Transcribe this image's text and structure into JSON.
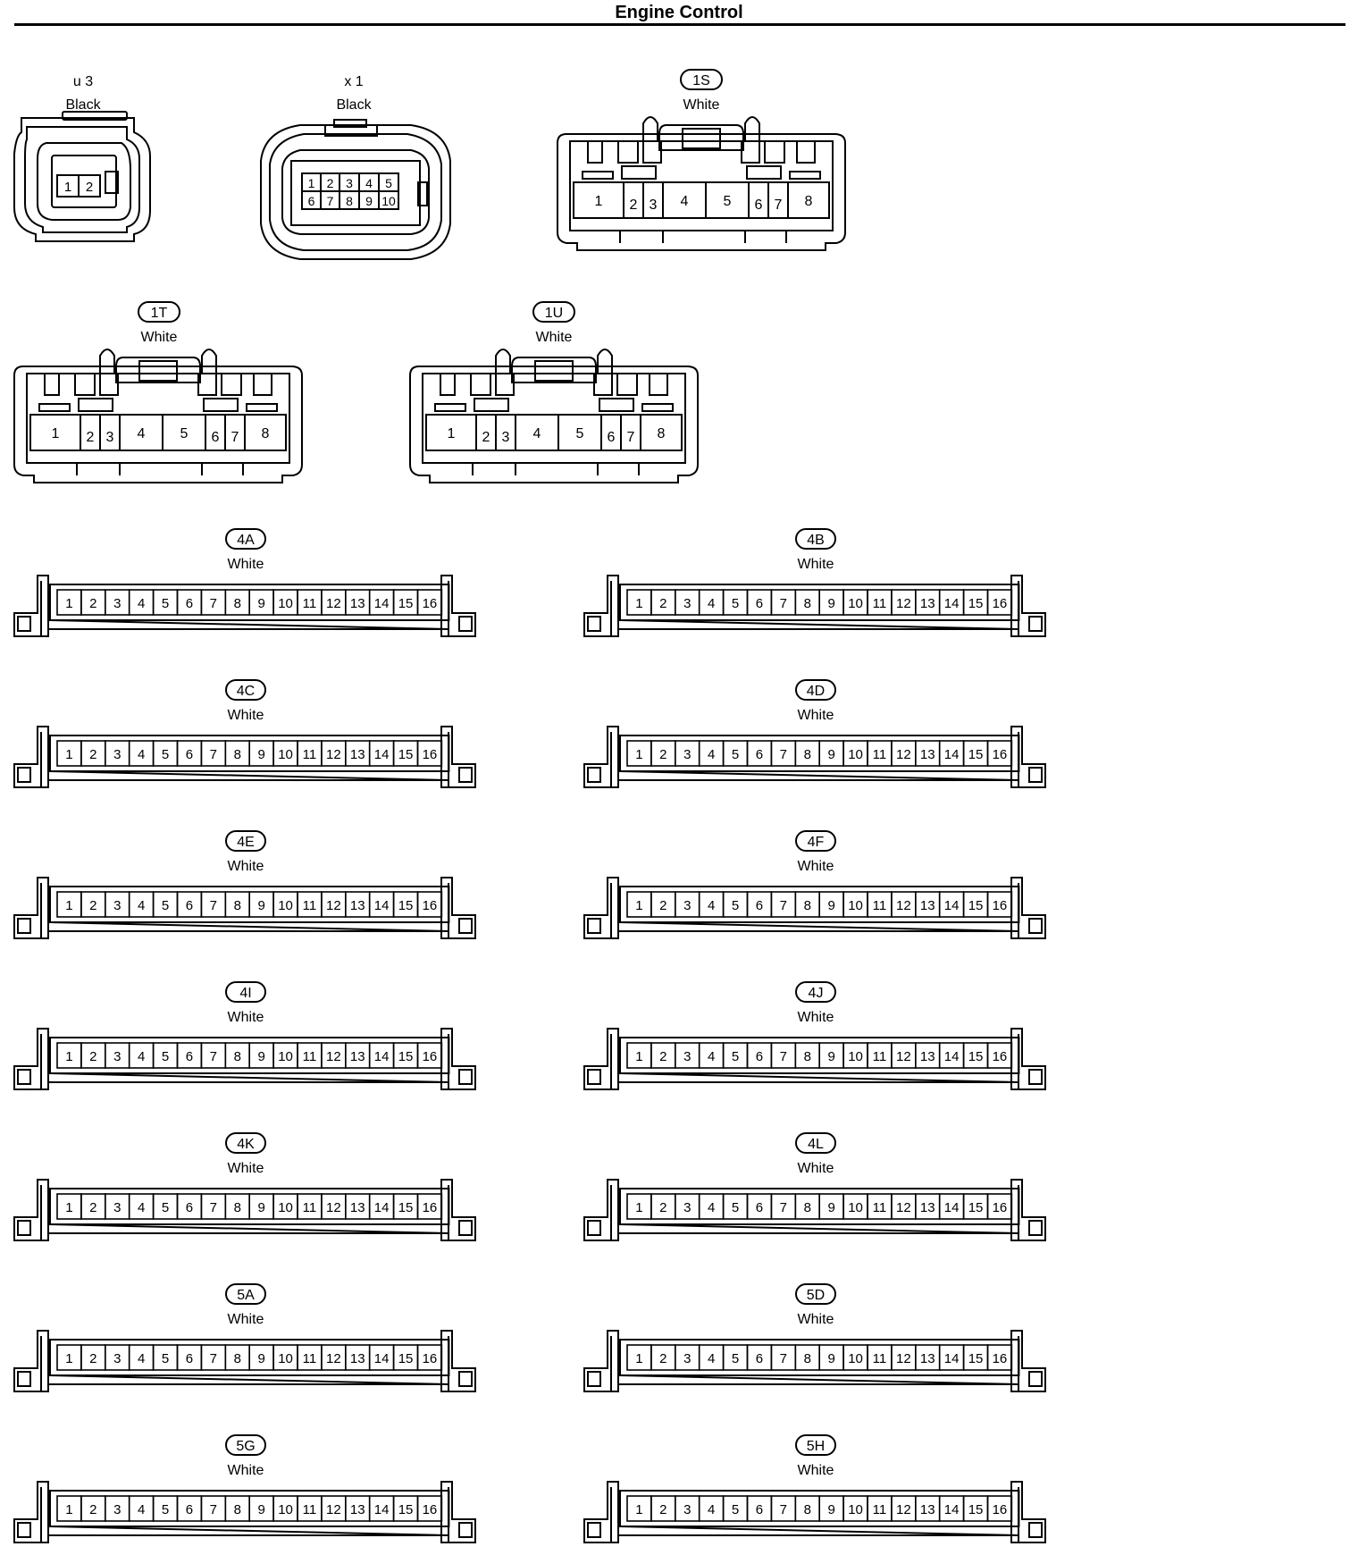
{
  "title": "Engine Control",
  "connectors": {
    "u3": {
      "code": "u 3",
      "color": "Black",
      "pins": [
        "1",
        "2"
      ]
    },
    "x1": {
      "code": "x 1",
      "color": "Black",
      "pins": [
        "1",
        "2",
        "3",
        "4",
        "5",
        "6",
        "7",
        "8",
        "9",
        "10"
      ]
    },
    "c1S": {
      "code": "1S",
      "color": "White",
      "pins": [
        "1",
        "2",
        "3",
        "4",
        "5",
        "6",
        "7",
        "8"
      ]
    },
    "c1T": {
      "code": "1T",
      "color": "White",
      "pins": [
        "1",
        "2",
        "3",
        "4",
        "5",
        "6",
        "7",
        "8"
      ]
    },
    "c1U": {
      "code": "1U",
      "color": "White",
      "pins": [
        "1",
        "2",
        "3",
        "4",
        "5",
        "6",
        "7",
        "8"
      ]
    }
  },
  "pins16": [
    "1",
    "2",
    "3",
    "4",
    "5",
    "6",
    "7",
    "8",
    "9",
    "10",
    "11",
    "12",
    "13",
    "14",
    "15",
    "16"
  ],
  "wide_connectors": [
    {
      "code": "4A",
      "color": "White"
    },
    {
      "code": "4B",
      "color": "White"
    },
    {
      "code": "4C",
      "color": "White"
    },
    {
      "code": "4D",
      "color": "White"
    },
    {
      "code": "4E",
      "color": "White"
    },
    {
      "code": "4F",
      "color": "White"
    },
    {
      "code": "4I",
      "color": "White"
    },
    {
      "code": "4J",
      "color": "White"
    },
    {
      "code": "4K",
      "color": "White"
    },
    {
      "code": "4L",
      "color": "White"
    },
    {
      "code": "5A",
      "color": "White"
    },
    {
      "code": "5D",
      "color": "White"
    },
    {
      "code": "5G",
      "color": "White"
    },
    {
      "code": "5H",
      "color": "White"
    }
  ]
}
